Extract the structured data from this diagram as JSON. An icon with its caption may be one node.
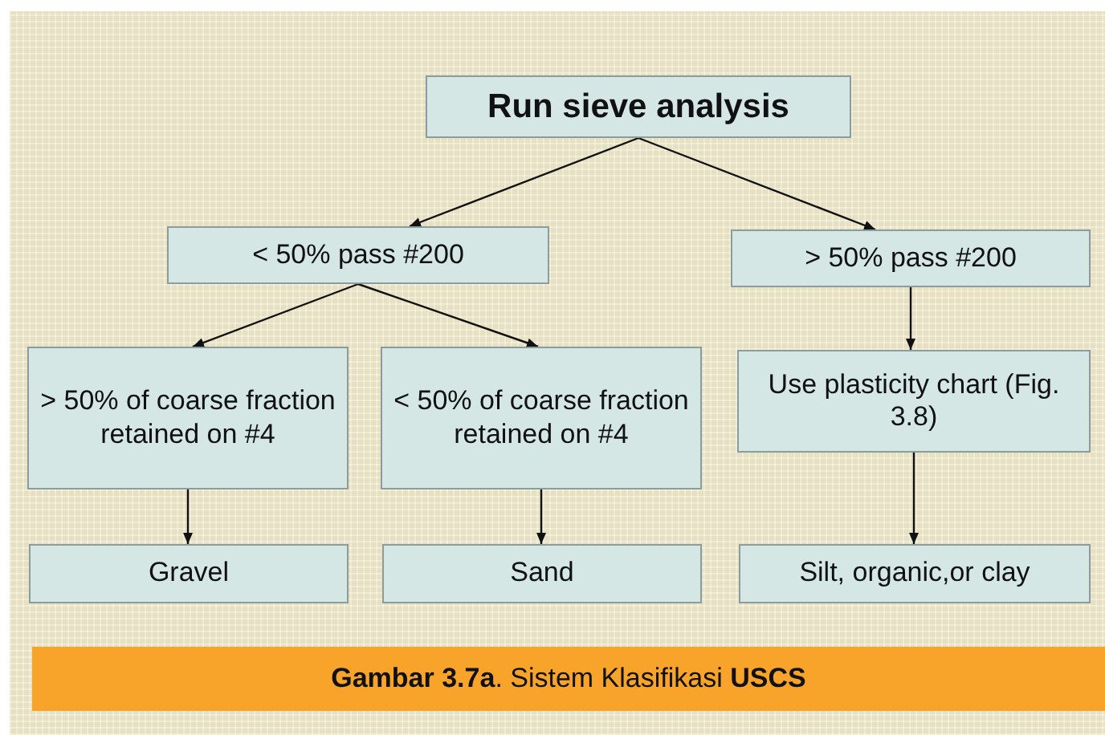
{
  "diagram": {
    "caption": "**Gambar 3.7a**. Sistem Klasifikasi **USCS**",
    "nodes": [
      {
        "text": [
          "Run sieve analysis"
        ]
      },
      {
        "text": [
          "< 50% pass #200"
        ]
      },
      {
        "text": [
          "> 50% pass #200"
        ]
      },
      {
        "text": [
          "> 50% of coarse fraction retained on #4"
        ]
      },
      {
        "text": [
          "< 50% of coarse fraction retained on #4"
        ]
      },
      {
        "text": [
          "Use plasticity chart (Fig. 3.8)"
        ]
      },
      {
        "text": [
          "Gravel"
        ]
      },
      {
        "text": [
          "Sand"
        ]
      },
      {
        "text": [
          "Silt, organic,or clay"
        ]
      }
    ],
    "edges": [
      {
        "from": 0,
        "to": 1,
        "arrow": "to"
      },
      {
        "from": 0,
        "to": 2,
        "arrow": "to"
      },
      {
        "from": 1,
        "to": 3,
        "arrow": "to"
      },
      {
        "from": 1,
        "to": 4,
        "arrow": "to"
      },
      {
        "from": 2,
        "to": 5,
        "arrow": "to"
      },
      {
        "from": 3,
        "to": 6,
        "arrow": "to"
      },
      {
        "from": 4,
        "to": 7,
        "arrow": "to"
      },
      {
        "from": 5,
        "to": 8,
        "arrow": "to"
      }
    ]
  }
}
